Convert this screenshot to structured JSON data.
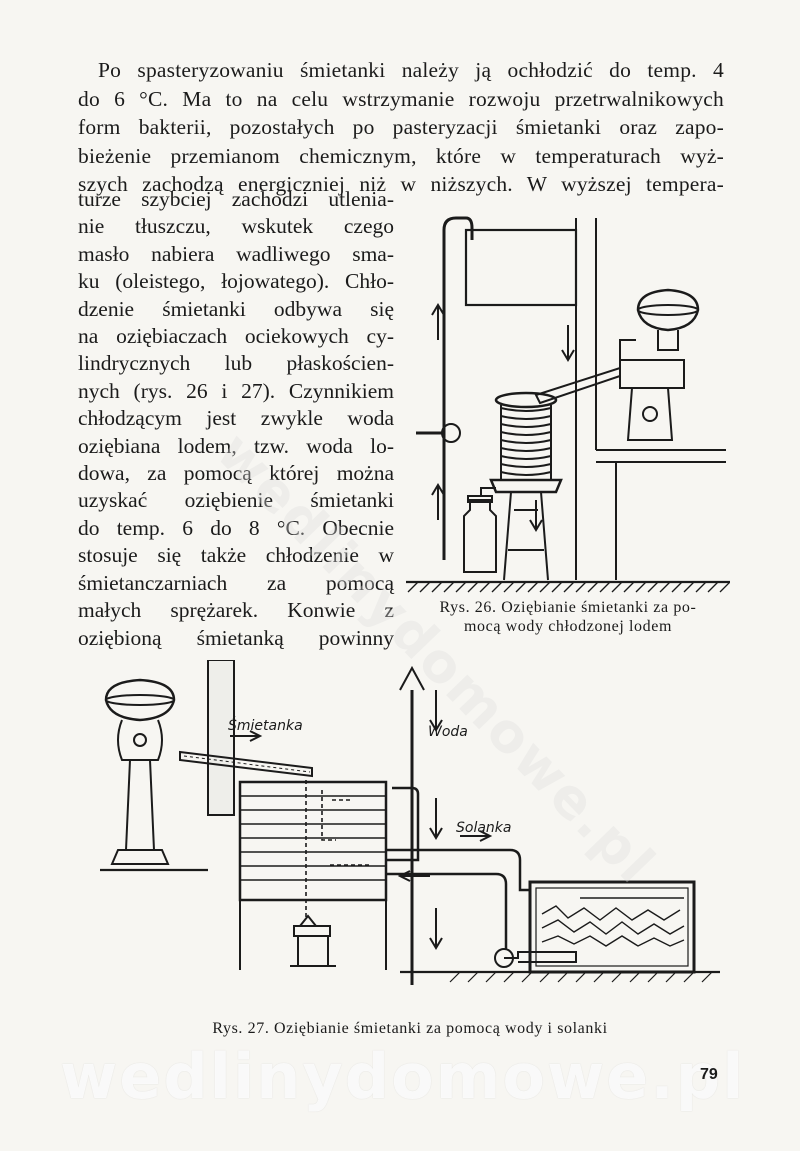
{
  "top_paragraph": {
    "lines": [
      "Po spasteryzowaniu śmietanki należy ją ochłodzić do temp. 4",
      "do 6 °C. Ma to na celu wstrzymanie rozwoju przetrwalnikowych",
      "form bakterii, pozostałych po pasteryzacji śmietanki oraz zapo-",
      "bieżenie przemianom chemicznym, które w temperaturach wyż-",
      "szych zachodzą energiczniej niż w niższych. W wyższej tempera-"
    ]
  },
  "column_paragraph": {
    "lines": [
      "turze szybciej zachodzi utlenia-",
      "nie tłuszczu, wskutek czego",
      "masło nabiera wadliwego sma-",
      "ku (oleistego, łojowatego). Chło-",
      "dzenie śmietanki odbywa się",
      "na oziębiaczach ociekowych cy-",
      "lindrycznych lub płaskościen-",
      "nych (rys. 26 i 27). Czynnikiem",
      "chłodzącym jest zwykle woda",
      "oziębiana lodem, tzw. woda lo-",
      "dowa, za pomocą której można",
      "uzyskać oziębienie śmietanki",
      "do temp. 6 do 8 °C. Obecnie",
      "stosuje się także chłodzenie w",
      "śmietanczarniach za pomocą",
      "małych sprężarek. Konwie z",
      "oziębioną śmietanką powinny"
    ]
  },
  "figure26": {
    "caption_line1": "Rys. 26. Oziębianie śmietanki za po-",
    "caption_line2": "mocą wody chłodzonej lodem"
  },
  "figure27": {
    "label_cream": "Śmietanka",
    "label_water": "Woda",
    "label_brine": "Solanka",
    "caption": "Rys. 27. Oziębianie śmietanki za pomocą wody i solanki"
  },
  "watermark": "wedlinydomowe.pl",
  "page_number": "79"
}
